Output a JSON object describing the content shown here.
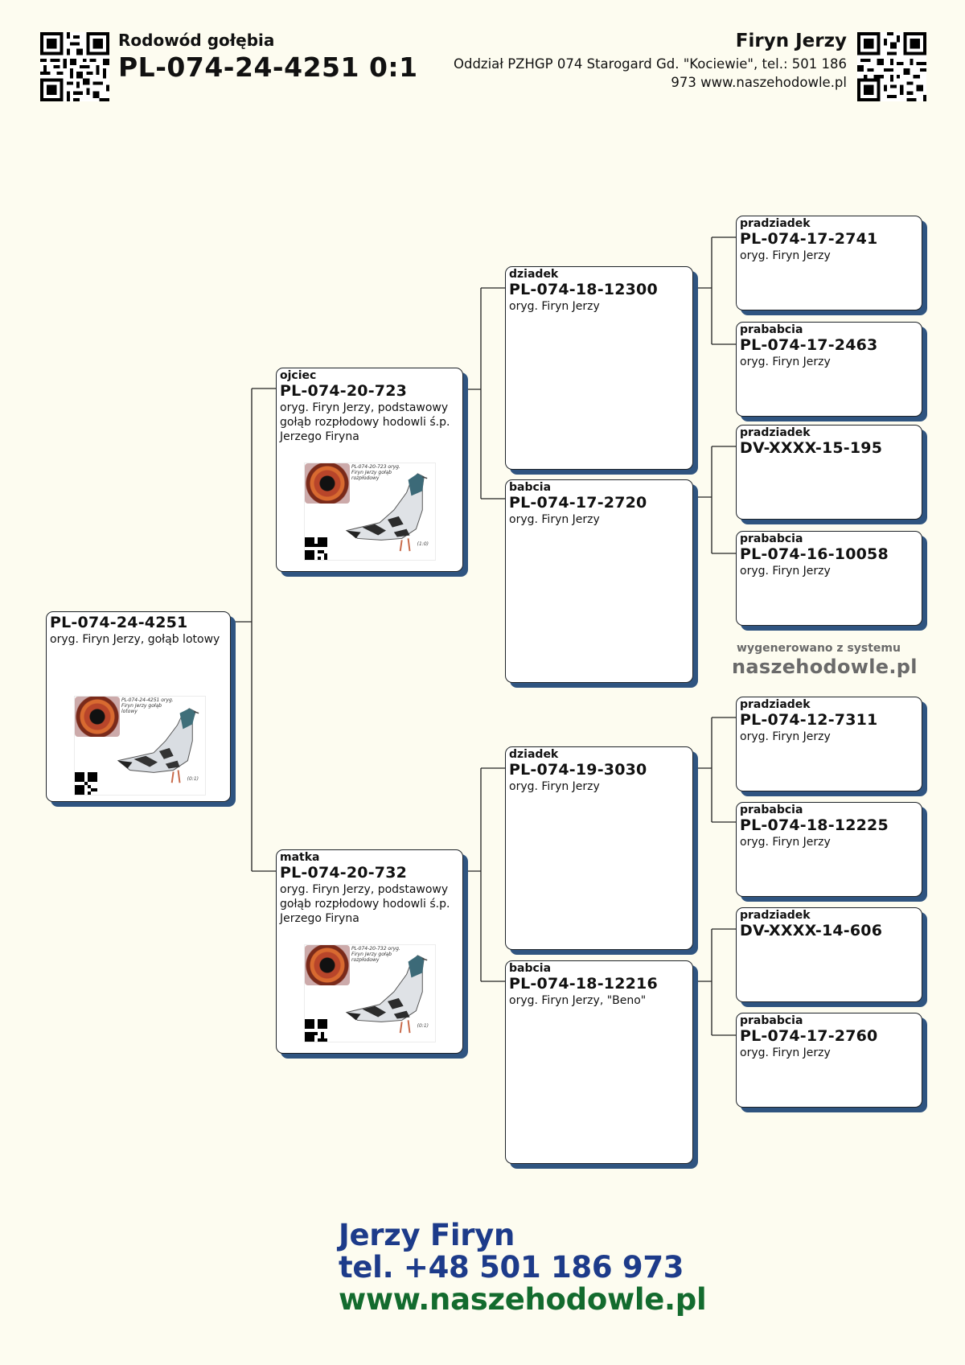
{
  "header": {
    "doc_label": "Rodowód gołębia",
    "ring": "PL-074-24-4251 0:1",
    "owner": "Firyn Jerzy",
    "organization": "Oddział PZHGP 074 Starogard Gd. \"Kociewie\", tel.: 501 186 973 www.naszehodowle.pl"
  },
  "pedigree": {
    "subject": {
      "ring": "PL-074-24-4251",
      "desc": "oryg. Firyn Jerzy, gołąb lotowy",
      "photo_tag": "PL-074-24-4251 oryg. Firyn Jerzy gołąb lotowy",
      "photo_score": "(0:1)"
    },
    "father": {
      "role": "ojciec",
      "ring": "PL-074-20-723",
      "desc": "oryg. Firyn Jerzy, podstawowy gołąb rozpłodowy hodowli ś.p. Jerzego Firyna",
      "photo_tag": "PL-074-20-723 oryg. Firyn Jerzy gołąb rozpłodowy",
      "photo_score": "(1:0)"
    },
    "mother": {
      "role": "matka",
      "ring": "PL-074-20-732",
      "desc": "oryg. Firyn Jerzy, podstawowy gołąb rozpłodowy hodowli ś.p. Jerzego Firyna",
      "photo_tag": "PL-074-20-732 oryg. Firyn Jerzy gołąb rozpłodowy",
      "photo_score": "(0:1)"
    },
    "ff": {
      "role": "dziadek",
      "ring": "PL-074-18-12300",
      "desc": "oryg. Firyn Jerzy"
    },
    "fm": {
      "role": "babcia",
      "ring": "PL-074-17-2720",
      "desc": "oryg. Firyn Jerzy"
    },
    "mf": {
      "role": "dziadek",
      "ring": "PL-074-19-3030",
      "desc": "oryg. Firyn Jerzy"
    },
    "mm": {
      "role": "babcia",
      "ring": "PL-074-18-12216",
      "desc": "oryg. Firyn Jerzy, \"Beno\""
    },
    "fff": {
      "role": "pradziadek",
      "ring": "PL-074-17-2741",
      "desc": "oryg. Firyn Jerzy"
    },
    "ffm": {
      "role": "prababcia",
      "ring": "PL-074-17-2463",
      "desc": "oryg. Firyn Jerzy"
    },
    "fmf": {
      "role": "pradziadek",
      "ring": "DV-XXXX-15-195",
      "desc": ""
    },
    "fmm": {
      "role": "prababcia",
      "ring": "PL-074-16-10058",
      "desc": "oryg. Firyn Jerzy"
    },
    "mff": {
      "role": "pradziadek",
      "ring": "PL-074-12-7311",
      "desc": "oryg. Firyn Jerzy"
    },
    "mfm": {
      "role": "prababcia",
      "ring": "PL-074-18-12225",
      "desc": "oryg. Firyn Jerzy"
    },
    "mmf": {
      "role": "pradziadek",
      "ring": "DV-XXXX-14-606",
      "desc": ""
    },
    "mmm": {
      "role": "prababcia",
      "ring": "PL-074-17-2760",
      "desc": "oryg. Firyn Jerzy"
    }
  },
  "generated": {
    "label": "wygenerowano z systemu",
    "brand": "naszehodowle.pl"
  },
  "footer": {
    "name": "Jerzy Firyn",
    "phone": "tel. +48 501 186 973",
    "website": "www.naszehodowle.pl"
  },
  "colors": {
    "background": "#fdfcf0",
    "card_shadow": "#2f5480",
    "footer_blue": "#1d3b8a",
    "footer_green": "#136b2e"
  },
  "icons": {
    "qr": "qr-code-icon",
    "eye": "eye-photo",
    "bird": "pigeon-photo"
  }
}
